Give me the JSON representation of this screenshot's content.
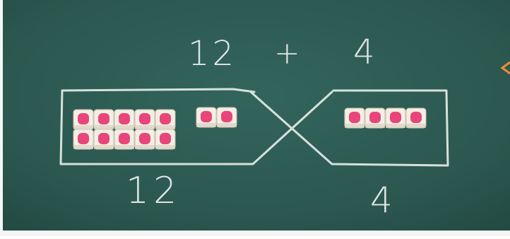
{
  "equation": {
    "left_number": "12",
    "operator": "+",
    "right_number": "4"
  },
  "labels": {
    "left": "12",
    "right": "4"
  },
  "blocks": {
    "group_a_row1": 5,
    "group_a_row2": 5,
    "group_b": 2,
    "group_c": 4
  },
  "colors": {
    "chalkboard": "#2c5a52",
    "chalk": "#eef2ef",
    "cube": "#f3efe4",
    "cube_dot": "#e8457a",
    "frame": "#f4f6f6"
  }
}
